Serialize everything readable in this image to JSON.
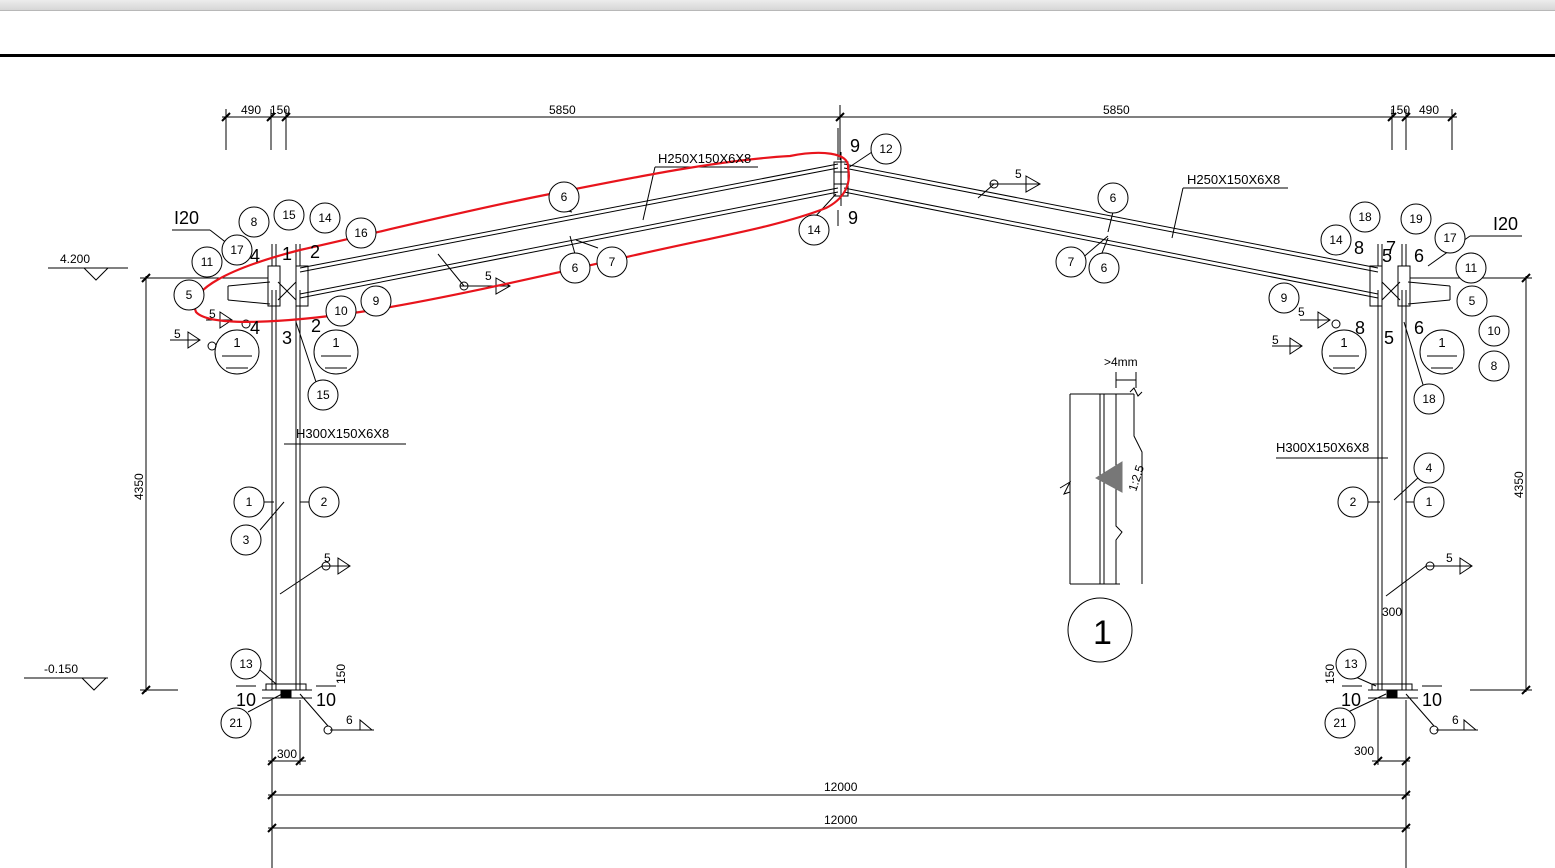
{
  "frame": {
    "dims": {
      "left_490": "490",
      "left_150": "150",
      "span_left": "5850",
      "span_right": "5850",
      "right_150": "150",
      "right_490": "490",
      "height_left": "4350",
      "height_right": "4350",
      "total_1": "12000",
      "total_2": "12000",
      "base_300_left": "300",
      "base_300_right": "300",
      "base_150_left": "150",
      "base_150_right": "150",
      "col_300_right": "300"
    },
    "levels": {
      "eave": "4.200",
      "ground": "-0.150"
    },
    "sections": {
      "rafter_left": "H250X150X6X8",
      "rafter_right": "H250X150X6X8",
      "column_left": "H300X150X6X8",
      "column_right": "H300X150X6X8",
      "purlin_left": "I20",
      "purlin_right": "I20"
    },
    "balloons": {
      "apex_12": "12",
      "apex_14": "14",
      "lr_6a": "6",
      "lr_6b": "6",
      "lr_7": "7",
      "rr_6a": "6",
      "rr_7": "7",
      "rr_6b": "6",
      "lk_8": "8",
      "lk_15a": "15",
      "lk_14": "14",
      "lk_16": "16",
      "lk_17": "17",
      "lk_11": "11",
      "lk_5": "5",
      "lk_10": "10",
      "lk_9": "9",
      "lk_15b": "15",
      "lk_sec1a": "1",
      "lk_sec1b": "1",
      "lc_1": "1",
      "lc_2": "2",
      "lc_3": "3",
      "lb_13": "13",
      "lb_21": "21",
      "rk_18a": "18",
      "rk_19": "19",
      "rk_14": "14",
      "rk_17": "17",
      "rk_11": "11",
      "rk_5": "5",
      "rk_9": "9",
      "rk_10": "10",
      "rk_8": "8",
      "rk_18b": "18",
      "rk_sec1a": "1",
      "rk_sec1b": "1",
      "rc_4": "4",
      "rc_2": "2",
      "rc_1": "1",
      "rb_13": "13",
      "rb_21": "21"
    },
    "marks": {
      "apex_9_top": "9",
      "apex_9_bot": "9",
      "weld_5": "5",
      "weld_6": "6",
      "lk_4a": "4",
      "lk_4b": "4",
      "lk_1": "1",
      "lk_2a": "2",
      "lk_2b": "2",
      "lk_3": "3",
      "rk_8": "8",
      "rk_7": "7",
      "rk_6": "6",
      "rk_5": "5",
      "rk_6b": "6",
      "base_10": "10"
    },
    "detail": {
      "label": "1",
      "slope": "1:2.5",
      "gap": ">4mm"
    }
  },
  "annotation": {
    "color": "#e8141c"
  }
}
